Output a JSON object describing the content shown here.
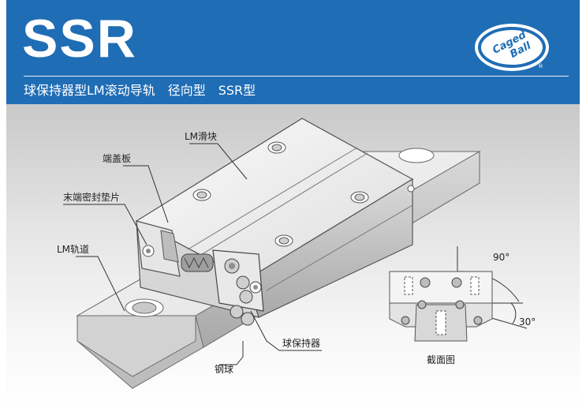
{
  "header": {
    "title": "SSR",
    "subtitle": "球保持器型LM滚动导轨　径向型　SSR型",
    "logo_text": "Caged Ball",
    "logo_mark": "®"
  },
  "callouts": {
    "lm_block": "LM滑块",
    "end_plate": "端盖板",
    "end_seal": "末端密封垫片",
    "lm_rail": "LM轨道",
    "steel_ball": "钢球",
    "ball_cage": "球保持器"
  },
  "cross_section": {
    "caption": "截面图",
    "angle_top": "90°",
    "angle_bottom": "30°"
  },
  "colors": {
    "header_blue": "#1f6db5",
    "steel_light": "#f2f2f2",
    "steel_mid": "#cfcfcf",
    "steel_dark": "#8a8a8a"
  }
}
